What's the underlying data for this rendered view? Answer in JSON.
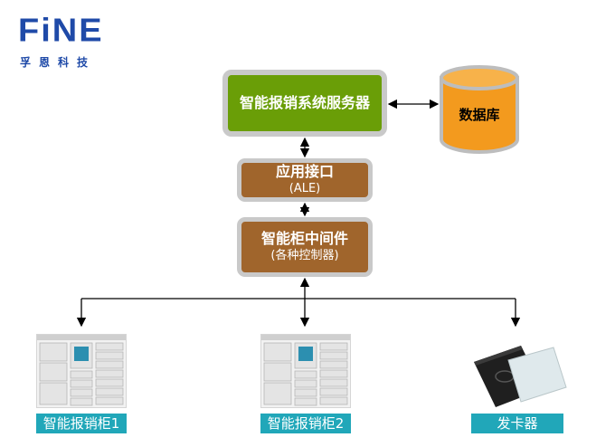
{
  "logo": {
    "word": "FiNE",
    "subtitle": "孚恩科技",
    "color": "#1f4aa8"
  },
  "nodes": {
    "server": {
      "label": "智能报销系统服务器",
      "color": "#6a9e07"
    },
    "database": {
      "label": "数据库",
      "color": "#f39a1e"
    },
    "api": {
      "label": "应用接口",
      "sublabel": "(ALE)",
      "color": "#a0652c"
    },
    "middleware": {
      "label": "智能柜中间件",
      "sublabel": "(各种控制器)",
      "color": "#a0652c"
    }
  },
  "devices": [
    {
      "label": "智能报销柜1",
      "icon": "cabinet-image"
    },
    {
      "label": "智能报销柜2",
      "icon": "cabinet-image"
    },
    {
      "label": "发卡器",
      "icon": "card-reader-image"
    }
  ],
  "colors": {
    "label_bg": "#21a7b9",
    "box_border": "#c9c9c9",
    "arrow": "#000000"
  }
}
